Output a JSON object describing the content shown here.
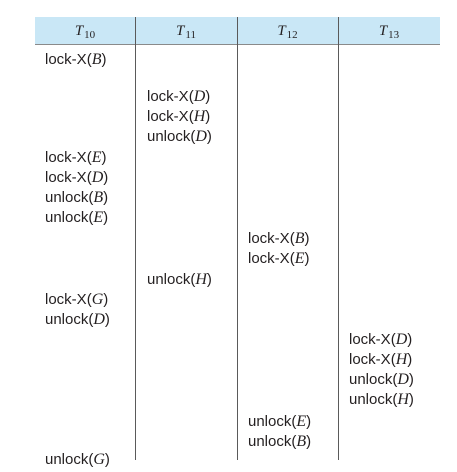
{
  "headers": [
    {
      "base": "T",
      "sub": "10"
    },
    {
      "base": "T",
      "sub": "11"
    },
    {
      "base": "T",
      "sub": "12"
    },
    {
      "base": "T",
      "sub": "13"
    }
  ],
  "ops": {
    "t10_1": {
      "op": "lock-X",
      "item": "B"
    },
    "t11_1": {
      "op": "lock-X",
      "item": "D"
    },
    "t11_2": {
      "op": "lock-X",
      "item": "H"
    },
    "t11_3": {
      "op": "unlock",
      "item": "D"
    },
    "t10_2": {
      "op": "lock-X",
      "item": "E"
    },
    "t10_3": {
      "op": "lock-X",
      "item": "D"
    },
    "t10_4": {
      "op": "unlock",
      "item": "B"
    },
    "t10_5": {
      "op": "unlock",
      "item": "E"
    },
    "t12_1": {
      "op": "lock-X",
      "item": "B"
    },
    "t12_2": {
      "op": "lock-X",
      "item": "E"
    },
    "t11_4": {
      "op": "unlock",
      "item": "H"
    },
    "t10_6": {
      "op": "lock-X",
      "item": "G"
    },
    "t10_7": {
      "op": "unlock",
      "item": "D"
    },
    "t13_1": {
      "op": "lock-X",
      "item": "D"
    },
    "t13_2": {
      "op": "lock-X",
      "item": "H"
    },
    "t13_3": {
      "op": "unlock",
      "item": "D"
    },
    "t13_4": {
      "op": "unlock",
      "item": "H"
    },
    "t12_3": {
      "op": "unlock",
      "item": "E"
    },
    "t12_4": {
      "op": "unlock",
      "item": "B"
    },
    "t10_8": {
      "op": "unlock",
      "item": "G"
    }
  }
}
